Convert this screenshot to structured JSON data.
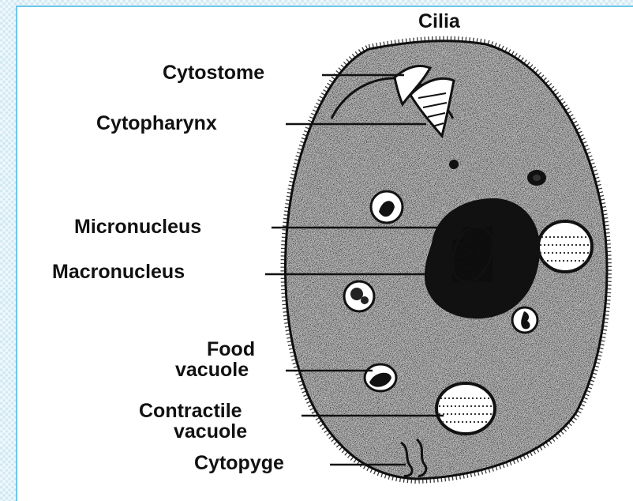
{
  "labels": {
    "cilia": "Cilia",
    "cytostome": "Cytostome",
    "cytopharynx": "Cytopharynx",
    "micronucleus": "Micronucleus",
    "macronucleus": "Macronucleus",
    "food_vacuole_1": "Food",
    "food_vacuole_2": "vacuole",
    "contractile_vacuole_1": "Contractile",
    "contractile_vacuole_2": "vacuole",
    "cytopyge": "Cytopyge"
  },
  "colors": {
    "background": "#cfe8f3",
    "frame": "#6ec6e8",
    "ink": "#111111",
    "cell_fill": "#bdbdbd"
  }
}
